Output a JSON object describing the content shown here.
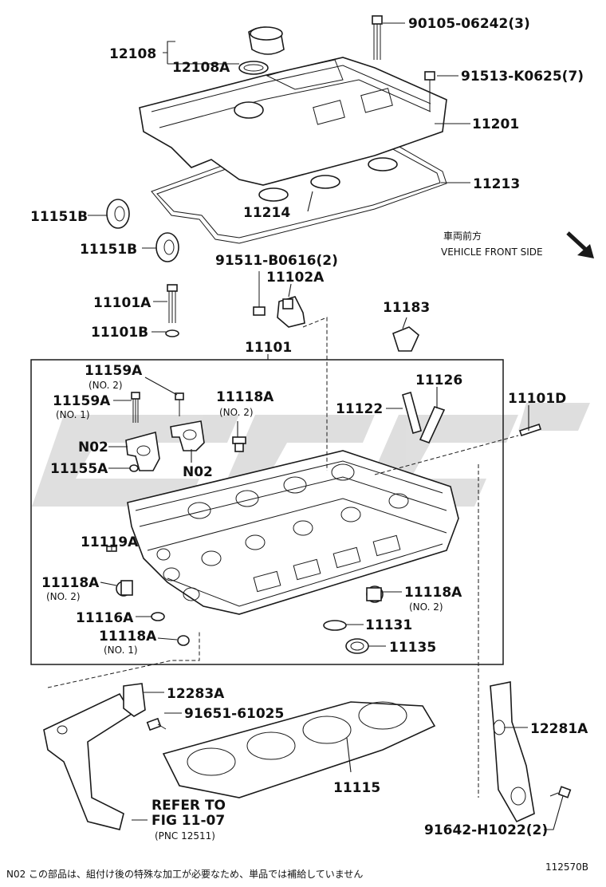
{
  "labels": {
    "p90105": "90105-06242(3)",
    "p12108": "12108",
    "p12108a": "12108A",
    "p91513": "91513-K0625(7)",
    "p11201": "11201",
    "p11213": "11213",
    "p11214": "11214",
    "p11151b_1": "11151B",
    "p11151b_2": "11151B",
    "p91511": "91511-B0616(2)",
    "p11102a": "11102A",
    "p11101a": "11101A",
    "p11101b": "11101B",
    "p11183": "11183",
    "p11101": "11101",
    "p11159a_no2": "11159A",
    "p11159a_no2_sub": "(NO. 2)",
    "p11159a_no1": "11159A",
    "p11159a_no1_sub": "(NO. 1)",
    "p11118a_top": "11118A",
    "p11118a_top_sub": "(NO. 2)",
    "p11126": "11126",
    "p11122": "11122",
    "p11101d": "11101D",
    "n02_left": "N02",
    "n02_right": "N02",
    "p11155a": "11155A",
    "p11119a": "11119A",
    "p11118a_left": "11118A",
    "p11118a_left_sub": "(NO. 2)",
    "p11118a_right": "11118A",
    "p11118a_right_sub": "(NO. 2)",
    "p11116a": "11116A",
    "p11131": "11131",
    "p11118a_bottom": "11118A",
    "p11118a_bottom_sub": "(NO. 1)",
    "p11135": "11135",
    "p12283a": "12283A",
    "p91651": "91651-61025",
    "p12281a": "12281A",
    "p11115": "11115",
    "refer_line1": "REFER TO",
    "refer_line2": "FIG 11-07",
    "refer_line3": "(PNC 12511)",
    "p91642": "91642-H1022(2)",
    "front_jp": "車両前方",
    "front_en": "VEHICLE FRONT SIDE",
    "footer_note": "N02  この部品は、組付け後の特殊な加工が必要なため、単品では補給していません",
    "figure_id": "112570B"
  },
  "colors": {
    "line": "#1a1a1a",
    "watermark": "#d9d9d9",
    "background": "#ffffff"
  }
}
